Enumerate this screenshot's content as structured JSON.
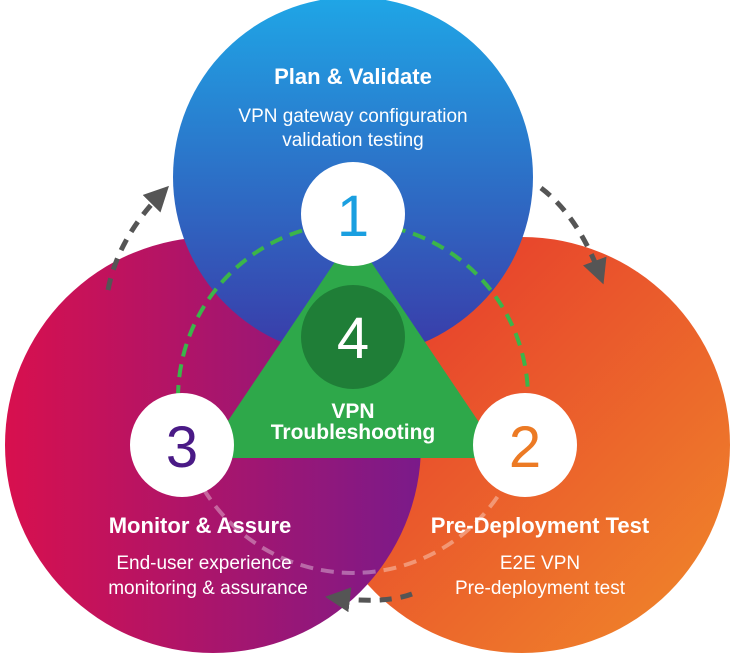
{
  "stages": [
    {
      "number": "1",
      "title": "Plan & Validate",
      "description_lines": [
        "VPN gateway configuration",
        "validation testing"
      ],
      "colors": {
        "circle_start": "#1fa6e6",
        "circle_end": "#3a3aa8",
        "number": "#1a9fe0"
      }
    },
    {
      "number": "2",
      "title": "Pre-Deployment Test",
      "description_lines": [
        "E2E VPN",
        "Pre-deployment test"
      ],
      "colors": {
        "circle_start": "#e5302d",
        "circle_end": "#f08a2a",
        "number": "#ec7a24"
      }
    },
    {
      "number": "3",
      "title": "Monitor & Assure",
      "description_lines": [
        "End-user experience",
        "monitoring & assurance"
      ],
      "colors": {
        "circle_start": "#d8104e",
        "circle_end": "#7a1a8a",
        "number": "#4a1a86"
      }
    }
  ],
  "center": {
    "number": "4",
    "title_lines": [
      "VPN",
      "Troubleshooting"
    ],
    "colors": {
      "triangle": "#2ea84a",
      "inner_circle": "#1f7e37",
      "dashed_ring": "#3bb54a"
    }
  },
  "arrow_color": "#555555"
}
